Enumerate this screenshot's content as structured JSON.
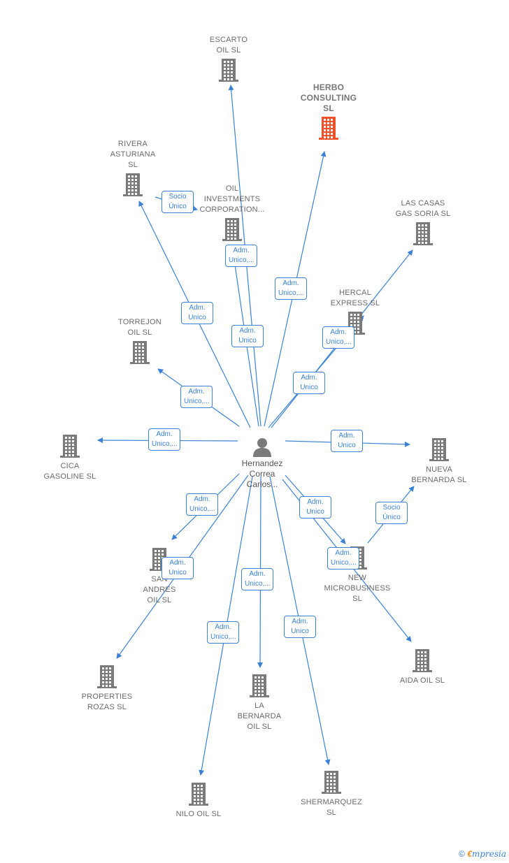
{
  "colors": {
    "edge": "#3b82d6",
    "building": "#7a7a7a",
    "highlight": "#f0532b"
  },
  "center": {
    "name": "Hernandez\nCorrea\nCarlos..."
  },
  "nodes": [
    {
      "id": "esc",
      "label": "ESCARTO\nOIL  SL"
    },
    {
      "id": "herbo",
      "label": "HERBO\nCONSULTING\nSL",
      "highlight": true
    },
    {
      "id": "rivera",
      "label": "RIVERA\nASTURIANA\nSL"
    },
    {
      "id": "oilinv",
      "label": "OIL\nINVESTMENTS\nCORPORATION..."
    },
    {
      "id": "lascasas",
      "label": "LAS CASAS\nGAS SORIA  SL"
    },
    {
      "id": "hercal",
      "label": "HERCAL\nEXPRESS  SL"
    },
    {
      "id": "torrejon",
      "label": "TORREJON\nOIL  SL"
    },
    {
      "id": "cica",
      "label": "CICA\nGASOLINE  SL"
    },
    {
      "id": "nueva",
      "label": "NUEVA\nBERNARDA  SL"
    },
    {
      "id": "sanandres",
      "label": "SAN\nANDRES\nOIL  SL"
    },
    {
      "id": "newmicro",
      "label": "NEW\nMICROBUSINESS\nSL"
    },
    {
      "id": "properties",
      "label": "PROPERTIES\nROZAS  SL"
    },
    {
      "id": "aida",
      "label": "AIDA OIL  SL"
    },
    {
      "id": "labernarda",
      "label": "LA\nBERNARDA\nOIL  SL"
    },
    {
      "id": "nilo",
      "label": "NILO OIL  SL"
    },
    {
      "id": "sherm",
      "label": "SHERMARQUEZ\nSL"
    }
  ],
  "edge_labels": [
    {
      "id": "e_rivera_oil",
      "text": "Socio\nÚnico"
    },
    {
      "id": "e_oilinv",
      "text": "Adm.\nUnico,..."
    },
    {
      "id": "e_herbo",
      "text": "Adm.\nUnico,..."
    },
    {
      "id": "e_rivera",
      "text": "Adm.\nUnico"
    },
    {
      "id": "e_esc",
      "text": "Adm.\nUnico"
    },
    {
      "id": "e_lascasas",
      "text": "Adm.\nUnico,..."
    },
    {
      "id": "e_hercal",
      "text": "Adm.\nUnico"
    },
    {
      "id": "e_torrejon",
      "text": "Adm.\nUnico,..."
    },
    {
      "id": "e_cica",
      "text": "Adm.\nUnico,..."
    },
    {
      "id": "e_nueva",
      "text": "Adm.\nUnico"
    },
    {
      "id": "e_newmicro_nueva",
      "text": "Socio\nÚnico"
    },
    {
      "id": "e_sanandres",
      "text": "Adm.\nUnico,..."
    },
    {
      "id": "e_newmicro",
      "text": "Adm.\nUnico"
    },
    {
      "id": "e_aida",
      "text": "Adm.\nUnico,..."
    },
    {
      "id": "e_properties",
      "text": "Adm.\nUnico"
    },
    {
      "id": "e_labernarda",
      "text": "Adm.\nUnico,..."
    },
    {
      "id": "e_nilo",
      "text": "Adm.\nUnico,..."
    },
    {
      "id": "e_sherm",
      "text": "Adm.\nUnico"
    }
  ],
  "brand": {
    "copyright": "©",
    "e": "€",
    "rest": "mpresia"
  }
}
